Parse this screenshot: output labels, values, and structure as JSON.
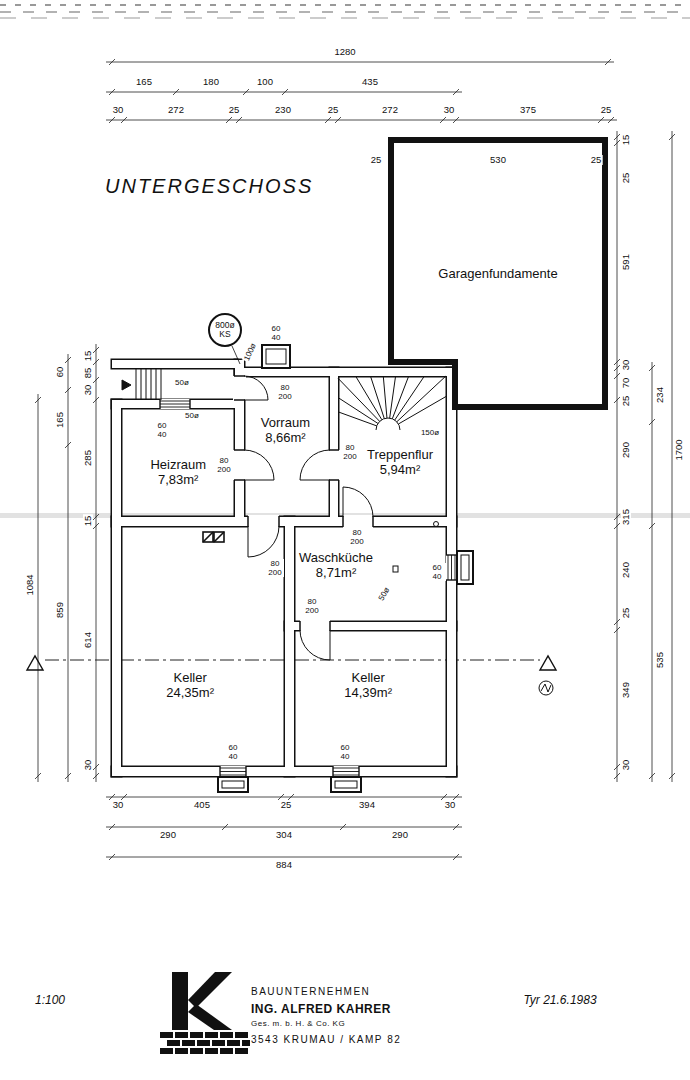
{
  "diagram": {
    "title": "UNTERGESCHOSS",
    "nodes": [
      {
        "text": [
          "Garagenfundamente"
        ]
      },
      {
        "text": [
          "800ø KS"
        ]
      },
      {
        "text": [
          "Heizraum",
          "7,83m²"
        ]
      },
      {
        "text": [
          "Vorraum",
          "8,66m²"
        ]
      },
      {
        "text": [
          "Treppenflur",
          "5,94m²"
        ]
      },
      {
        "text": [
          "Waschküche",
          "8,71m²"
        ]
      },
      {
        "text": [
          "Keller",
          "24,35m²"
        ]
      },
      {
        "text": [
          "Keller",
          "14,39m²"
        ]
      }
    ],
    "labels": [
      "1280",
      "165",
      "180",
      "100",
      "435",
      "30",
      "272",
      "25",
      "230",
      "25",
      "272",
      "30",
      "375",
      "25",
      "25",
      "530",
      "25",
      "591",
      "15",
      "25",
      "30",
      "70",
      "25",
      "234",
      "290",
      "1700",
      "315",
      "240",
      "25",
      "535",
      "349",
      "30",
      "60",
      "15",
      "85",
      "30",
      "165",
      "285",
      "15",
      "1084",
      "859",
      "614",
      "30",
      "30",
      "405",
      "25",
      "394",
      "30",
      "290",
      "304",
      "290",
      "884",
      "60 40",
      "50ø",
      "100ø",
      "80 200",
      "50ø",
      "60 40",
      "80 200",
      "80 200",
      "150ø",
      "80 200",
      "80 200",
      "60 40",
      "50ø",
      "80 200",
      "60 40",
      "60 40",
      "1:100",
      "BAUUNTERNEHMEN",
      "ING. ALFRED KAHRER",
      "Ges. m. b. H. & Co. KG",
      "3543 KRUMAU / KAMP 82",
      "Tyr 21.6.1983"
    ]
  }
}
